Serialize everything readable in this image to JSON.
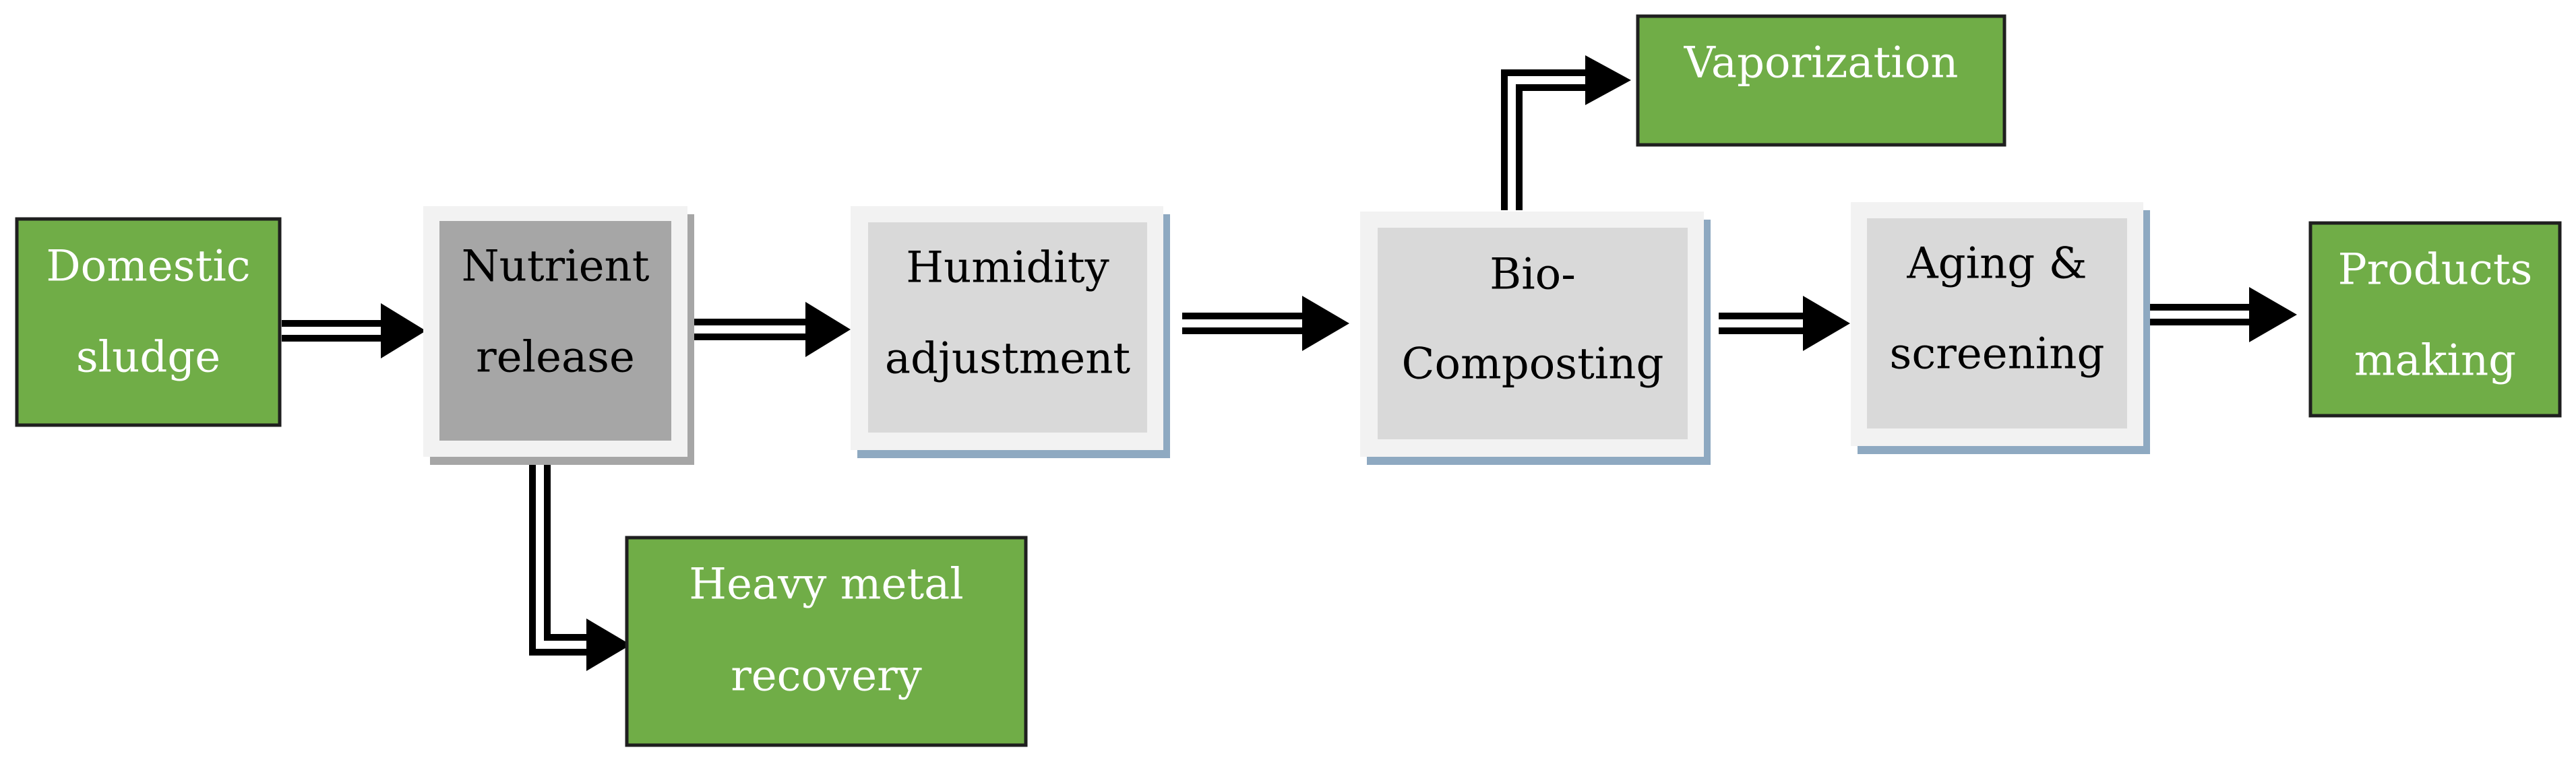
{
  "diagram": {
    "colors": {
      "output_fill": "#70AD47",
      "output_border": "#1f1f1f",
      "step_fill": "#D9D9D9",
      "step_frame": "#F2F2F2",
      "step_shadow": "#8EA9C1",
      "nutrient_fill": "#A6A6A6",
      "nutrient_shadow": "#A6A6A6",
      "arrow": "#000000"
    },
    "nodes": {
      "domestic_sludge": {
        "line1": "Domestic",
        "line2": "sludge"
      },
      "nutrient_release": {
        "line1": "Nutrient",
        "line2": "release"
      },
      "humidity_adjustment": {
        "line1": "Humidity",
        "line2": "adjustment"
      },
      "bio_composting": {
        "line1": "Bio-",
        "line2": "Composting"
      },
      "aging_screening": {
        "line1": "Aging &",
        "line2": "screening"
      },
      "products_making": {
        "line1": "Products",
        "line2": "making"
      },
      "vaporization": {
        "line1": "Vaporization"
      },
      "heavy_metal_recovery": {
        "line1": "Heavy metal",
        "line2": "recovery"
      }
    }
  }
}
